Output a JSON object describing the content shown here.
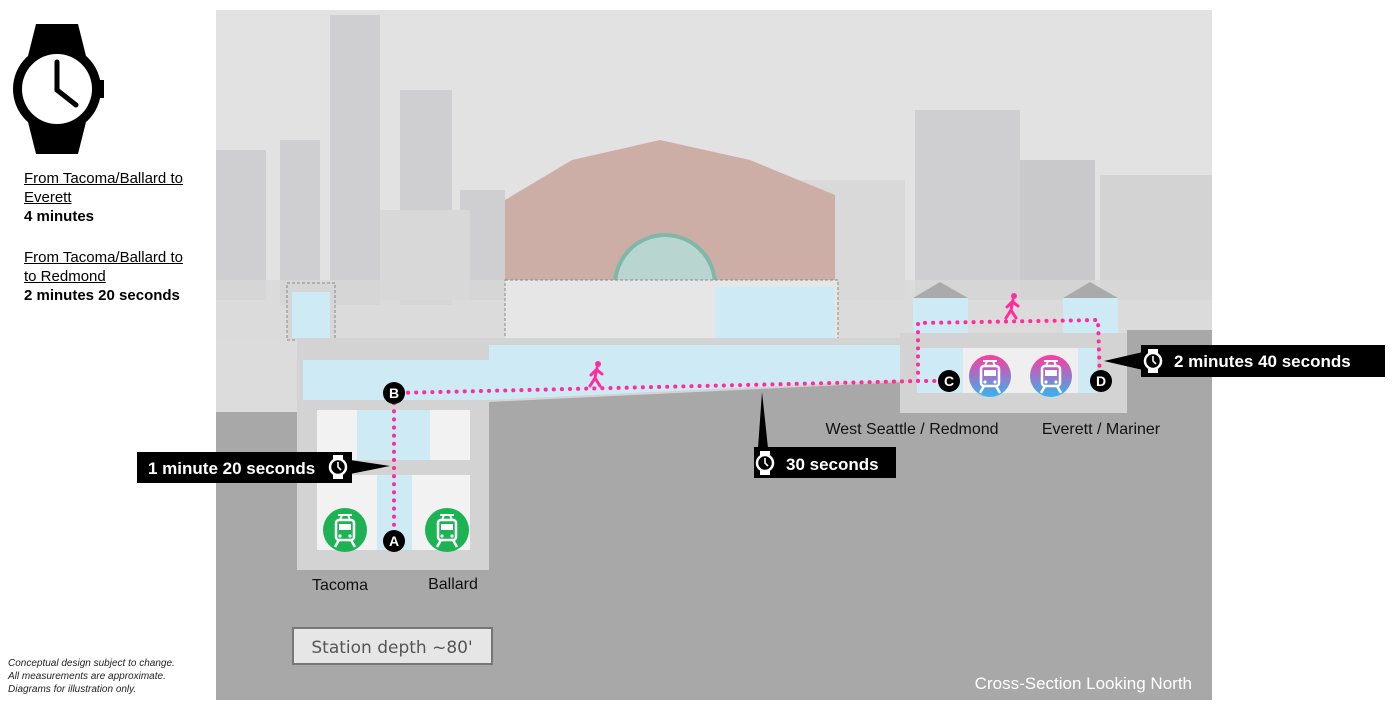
{
  "sidebar": {
    "watch_icon": "wristwatch-icon",
    "routes": [
      {
        "label_line1": "From Tacoma/Ballard to",
        "label_line2": "Everett",
        "time": "4 minutes"
      },
      {
        "label_line1": "From Tacoma/Ballard to",
        "label_line2": "to Redmond",
        "time": "2 minutes 20 seconds"
      }
    ],
    "disclaimer": [
      "Conceptual design subject to change.",
      "All measurements are approximate.",
      "Diagrams for illustration only."
    ]
  },
  "diagram": {
    "nodes": [
      "A",
      "B",
      "C",
      "D"
    ],
    "platforms": {
      "left": [
        "Tacoma",
        "Ballard"
      ],
      "right": [
        "West Seattle / Redmond",
        "Everett / Mariner"
      ]
    },
    "callouts": [
      "1 minute 20 seconds",
      "30 seconds",
      "2 minutes 40 seconds"
    ],
    "station_depth": "Station depth ~80'",
    "caption": "Cross-Section Looking North",
    "colors": {
      "path": "#ff2d9b",
      "green_line": "#1db254",
      "pink_blue_gradient": [
        "#ff3aa0",
        "#33b5f0"
      ],
      "concourse": "#cdeaf5",
      "ground": "#a8a8a9"
    }
  }
}
